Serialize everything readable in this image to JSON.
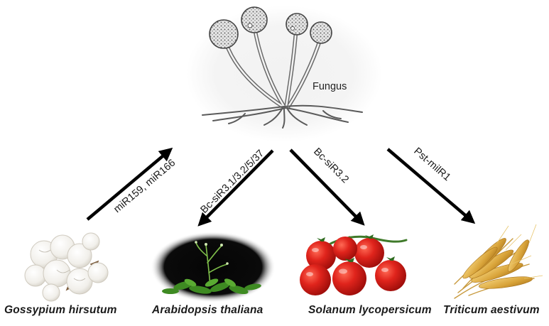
{
  "fungus": {
    "label": "Fungus"
  },
  "arrows": [
    {
      "id": "to-fungus",
      "label": "miR159, miR166",
      "direction": "plant-to-fungus"
    },
    {
      "id": "to-arabidopsis",
      "label": "Bc-siR3.1/3.2/5/37",
      "direction": "fungus-to-plant"
    },
    {
      "id": "to-solanum",
      "label": "Bc-siR3.2",
      "direction": "fungus-to-plant"
    },
    {
      "id": "to-triticum",
      "label": "Pst-milR1",
      "direction": "fungus-to-plant"
    }
  ],
  "species": [
    {
      "id": "gossypium",
      "name": "Gossypium hirsutum",
      "image": "cotton-bolls"
    },
    {
      "id": "arabidopsis",
      "name": "Arabidopsis thaliana",
      "image": "arabidopsis-plant"
    },
    {
      "id": "solanum",
      "name": "Solanum lycopersicum",
      "image": "tomato-cluster"
    },
    {
      "id": "triticum",
      "name": "Triticum aestivum",
      "image": "wheat-ears"
    }
  ],
  "colors": {
    "arrow": "#000000",
    "fungus_ink": "#555555",
    "tomato": "#d8201c",
    "cotton": "#f6f4ef",
    "wheat": "#d9a43a",
    "leaf": "#3e8a22"
  }
}
